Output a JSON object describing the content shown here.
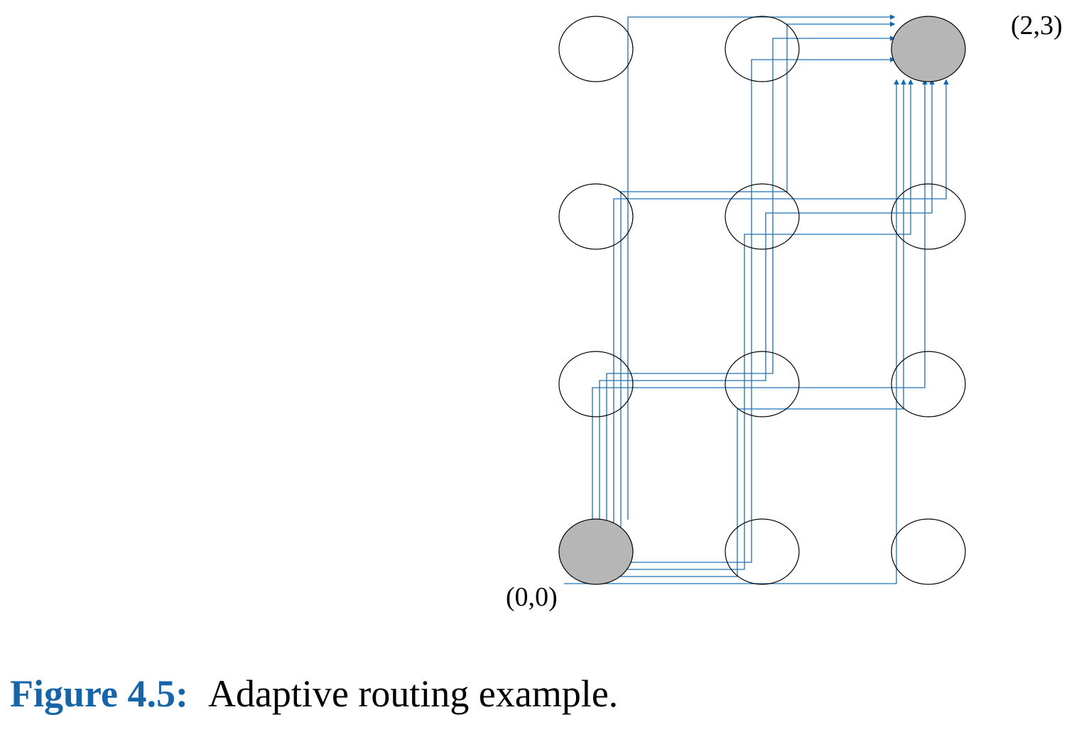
{
  "diagram": {
    "grid": {
      "columns": 3,
      "rows": 4
    },
    "source": {
      "label": "(0,0)",
      "x": 0,
      "y": 0
    },
    "destination": {
      "label": "(2,3)",
      "x": 2,
      "y": 3
    },
    "colors": {
      "route": "#1f6fb2",
      "arrowhead": "#0d6ab8",
      "endpoint_fill": "#b5b6b5",
      "node_fill": "#ffffff",
      "node_stroke": "#000000",
      "caption_label": "#1565a8"
    },
    "routes": [
      [
        "E",
        "E",
        "N",
        "N",
        "N"
      ],
      [
        "E",
        "N",
        "E",
        "N",
        "N"
      ],
      [
        "E",
        "N",
        "N",
        "E",
        "N"
      ],
      [
        "E",
        "N",
        "N",
        "N",
        "E"
      ],
      [
        "N",
        "E",
        "E",
        "N",
        "N"
      ],
      [
        "N",
        "E",
        "N",
        "E",
        "N"
      ],
      [
        "N",
        "E",
        "N",
        "N",
        "E"
      ],
      [
        "N",
        "N",
        "E",
        "E",
        "N"
      ],
      [
        "N",
        "N",
        "E",
        "N",
        "E"
      ],
      [
        "N",
        "N",
        "N",
        "E",
        "E"
      ]
    ]
  },
  "caption": {
    "label": "Figure 4.5:",
    "text": "Adaptive routing example."
  }
}
